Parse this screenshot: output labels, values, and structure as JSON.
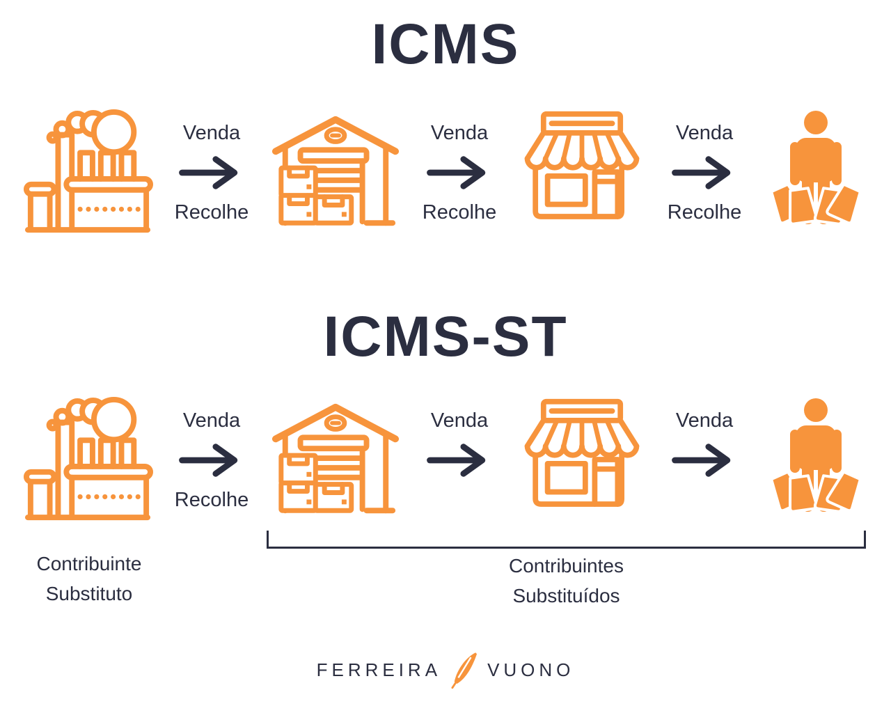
{
  "colors": {
    "accent": "#F7943C",
    "navy": "#2B2E40",
    "background": "#FFFFFF"
  },
  "icms": {
    "title": "ICMS",
    "nodes": [
      "factory-icon",
      "warehouse-icon",
      "store-icon",
      "consumer-icon"
    ],
    "arrows": [
      {
        "top": "Venda",
        "bottom": "Recolhe"
      },
      {
        "top": "Venda",
        "bottom": "Recolhe"
      },
      {
        "top": "Venda",
        "bottom": "Recolhe"
      }
    ]
  },
  "icms_st": {
    "title": "ICMS-ST",
    "nodes": [
      "factory-icon",
      "warehouse-icon",
      "store-icon",
      "consumer-icon"
    ],
    "arrows": [
      {
        "top": "Venda",
        "bottom": "Recolhe"
      },
      {
        "top": "Venda",
        "bottom": ""
      },
      {
        "top": "Venda",
        "bottom": ""
      }
    ],
    "substitute_label": {
      "line1": "Contribuinte",
      "line2": "Substituto"
    },
    "substituted_label": {
      "line1": "Contribuintes",
      "line2": "Substituídos"
    }
  },
  "footer": {
    "brand_left": "FERREIRA",
    "brand_right": "VUONO"
  }
}
